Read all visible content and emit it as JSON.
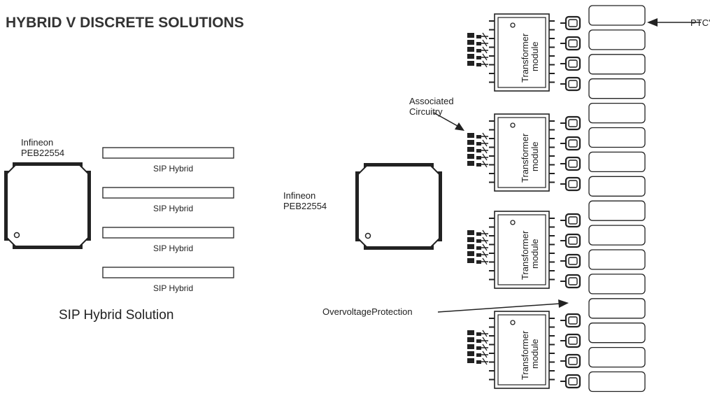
{
  "title": "HYBRID V DISCRETE SOLUTIONS",
  "left": {
    "chip_label_line1": "Infineon",
    "chip_label_line2": "PEB22554",
    "sip_labels": [
      "SIP  Hybrid",
      "SIP  Hybrid",
      "SIP  Hybrid",
      "SIP  Hybrid"
    ],
    "caption": "SIP Hybrid Solution"
  },
  "right": {
    "chip_label_line1": "Infineon",
    "chip_label_line2": "PEB22554",
    "transformer_line1": "Transformer",
    "transformer_line2": "module",
    "ptc_label": "PTC'",
    "associated_line1": "Associated",
    "associated_line2": "Circuitry",
    "overvoltage_label": "OvervoltageProtection"
  },
  "colors": {
    "ink": "#222222",
    "background": "#ffffff"
  }
}
